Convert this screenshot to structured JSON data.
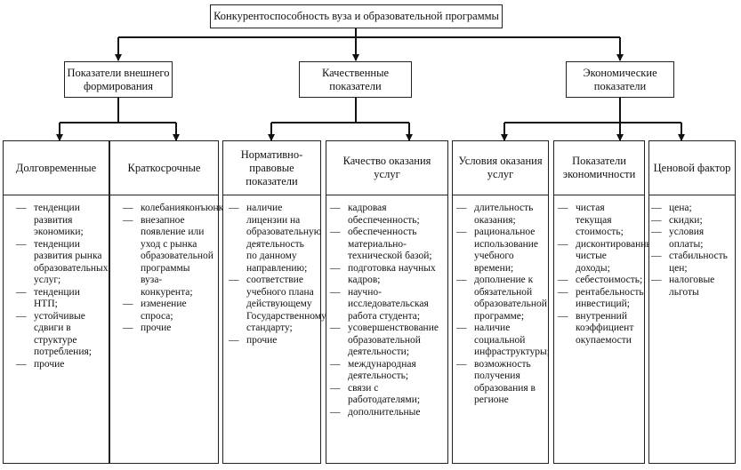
{
  "root": "Конкурентоспособность вуза и образовательной программы",
  "groups": [
    "Показатели внешнего формирования",
    "Качественные показатели",
    "Экономические показатели"
  ],
  "columns": [
    {
      "title": "Долговременные",
      "items": [
        "тенденции развития экономики;",
        "тенденции развития рынка образовательных услуг;",
        "тенденции НТП;",
        "устойчивые сдвиги в структуре потребления;",
        "прочие"
      ]
    },
    {
      "title": "Краткосрочные",
      "items": [
        "колебанияконъюнктуры;",
        "внезапное появление или уход с рынка образовательной программы вуза-конкурента;",
        "изменение спроса;",
        "прочие"
      ]
    },
    {
      "title": "Нормативно-правовые показатели",
      "items": [
        "наличие лицензии на образовательную деятельность по данному направлению;",
        "соответствие учебного плана действующему Государственному стандарту;",
        "прочие"
      ]
    },
    {
      "title": "Качество оказания услуг",
      "items": [
        "кадровая обеспеченность;",
        "обеспеченность материально-технической базой;",
        "подготовка научных кадров;",
        "научно-исследовательская работа студента;",
        "усовершенствование образовательной деятельности;",
        "международная деятельность;",
        "связи с работодателями;",
        "дополнительные"
      ]
    },
    {
      "title": "Условия оказания услуг",
      "items": [
        "длительность оказания;",
        "рациональное использование учебного времени;",
        "дополнение к обязательной образовательной программе;",
        "наличие социальной инфраструктуры;",
        "возможность получения образования в регионе"
      ]
    },
    {
      "title": "Показатели экономичности",
      "items": [
        "чистая текущая стоимость;",
        "дисконтированные чистые доходы;",
        "себестоимость;",
        "рентабельность инвестиций;",
        "внутренний коэффициент окупаемости"
      ]
    },
    {
      "title": "Ценовой фактор",
      "items": [
        "цена;",
        "скидки;",
        "условия оплаты;",
        "стабильность цен;",
        "налоговые льготы"
      ]
    }
  ]
}
